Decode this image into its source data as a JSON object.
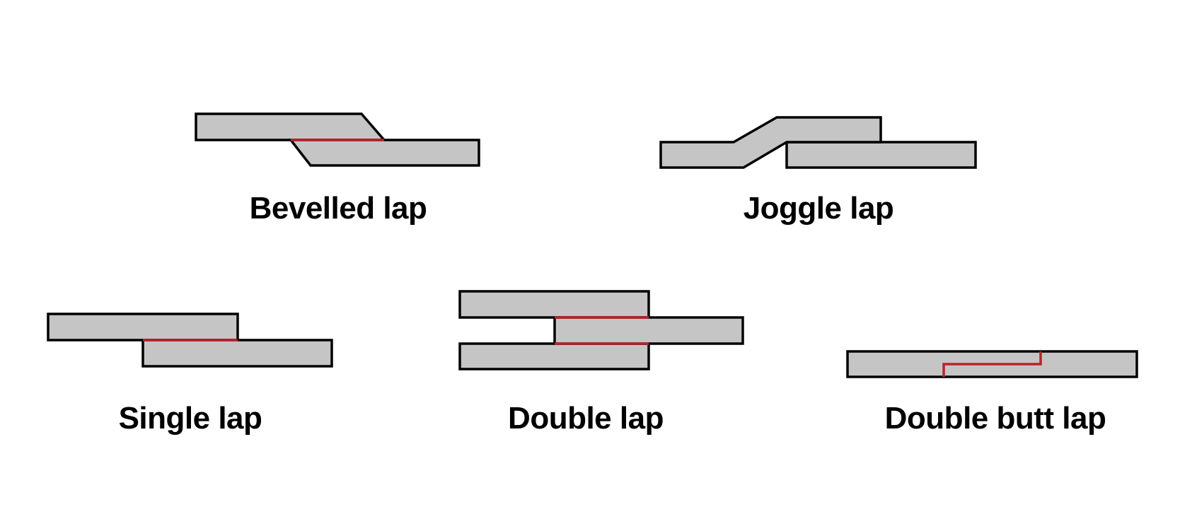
{
  "colors": {
    "part_fill": "#c6c5c6",
    "outline": "#000000",
    "joint_line": "#b8232a"
  },
  "joints": [
    {
      "id": "bevelled",
      "label": "Bevelled lap"
    },
    {
      "id": "joggle",
      "label": "Joggle lap"
    },
    {
      "id": "single",
      "label": "Single lap"
    },
    {
      "id": "double",
      "label": "Double lap"
    },
    {
      "id": "double-butt",
      "label": "Double butt lap"
    }
  ]
}
